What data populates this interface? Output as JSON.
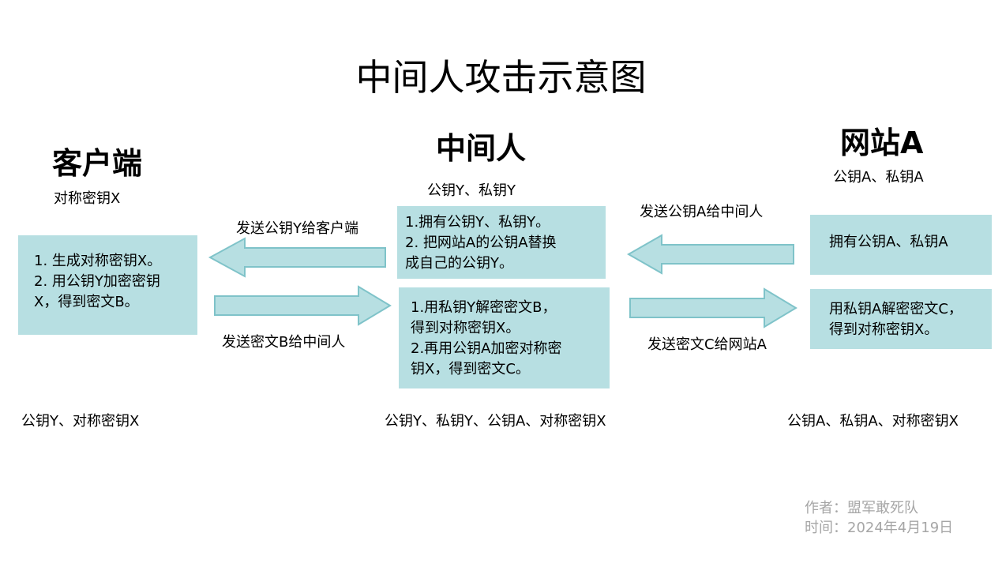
{
  "title": "中间人攻击示意图",
  "client": {
    "heading": "客户端",
    "key_label": "对称密钥X",
    "box_lines": [
      "1. 生成对称密钥X。",
      "2. 用公钥Y加密密钥",
      "X，得到密文B。"
    ],
    "bottom": "公钥Y、对称密钥X"
  },
  "mitm": {
    "heading": "中间人",
    "key_label": "公钥Y、私钥Y",
    "box1_lines": [
      "1.拥有公钥Y、私钥Y。",
      "2. 把网站A的公钥A替换",
      "成自己的公钥Y。"
    ],
    "box2_lines": [
      "1.用私钥Y解密密文B，",
      "得到对称密钥X。",
      "2.再用公钥A加密对称密",
      "钥X，得到密文C。"
    ],
    "bottom": "公钥Y、私钥Y、公钥A、对称密钥X"
  },
  "site": {
    "heading": "网站A",
    "key_label": "公钥A、私钥A",
    "box1_lines": [
      "拥有公钥A、私钥A"
    ],
    "box2_lines": [
      "用私钥A解密密文C，",
      "得到对称密钥X。"
    ],
    "bottom": "公钥A、私钥A、对称密钥X"
  },
  "arrows": {
    "send_pubY": "发送公钥Y给客户端",
    "send_B": "发送密文B给中间人",
    "send_pubA": "发送公钥A给中间人",
    "send_C": "发送密文C给网站A"
  },
  "footer": {
    "author": "作者：盟军敢死队",
    "date": "时间：2024年4月19日"
  },
  "colors": {
    "box_fill": "#b7dfe2",
    "arrow_stroke": "#7fc3c9",
    "footer_text": "#a6a6a6"
  }
}
